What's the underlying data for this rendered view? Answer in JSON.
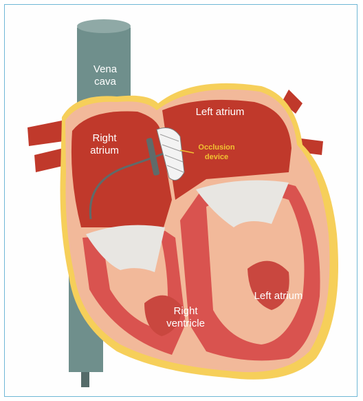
{
  "labels": {
    "vena_cava": "Vena\ncava",
    "left_atrium_top": "Left atrium",
    "right_atrium": "Right\natrium",
    "occlusion_device": "Occlusion\ndevice",
    "right_ventricle": "Right\nventricle",
    "left_atrium_bottom": "Left atrium"
  },
  "colors": {
    "frame": "#6fb7d6",
    "vena_cava": "#6f8f8c",
    "heart_outer": "#f2b99a",
    "chamber": "#c0392b",
    "muscle": "#d9534f",
    "fat": "#f6cf5a",
    "valve": "#e8e6e2",
    "device_text": "#f1c232"
  }
}
